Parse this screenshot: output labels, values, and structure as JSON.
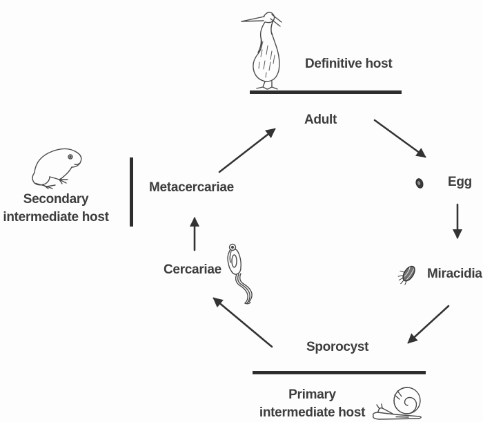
{
  "figure": {
    "type": "life-cycle-diagram",
    "background_color": "#fdfdfd",
    "ink_color": "#3d3d3d",
    "bar_color": "#2d2d2d",
    "arrow_color": "#333333",
    "hosts": {
      "definitive": {
        "label": "Definitive host",
        "icon": "heron-icon"
      },
      "secondary": {
        "line1": "Secondary",
        "line2": "intermediate host",
        "icon": "frog-icon"
      },
      "primary": {
        "line1": "Primary",
        "line2": "intermediate host",
        "icon": "snail-icon"
      }
    },
    "stages": {
      "adult": {
        "label": "Adult"
      },
      "egg": {
        "label": "Egg",
        "icon": "egg-icon"
      },
      "miracidia": {
        "label": "Miracidia",
        "icon": "miracidium-icon"
      },
      "sporocyst": {
        "label": "Sporocyst"
      },
      "cercariae": {
        "label": "Cercariae",
        "icon": "cercaria-icon"
      },
      "metacercariae": {
        "label": "Metacercariae"
      }
    },
    "edges": [
      {
        "from": "adult",
        "to": "egg"
      },
      {
        "from": "egg",
        "to": "miracidia"
      },
      {
        "from": "miracidia",
        "to": "sporocyst"
      },
      {
        "from": "sporocyst",
        "to": "cercariae"
      },
      {
        "from": "cercariae",
        "to": "metacercariae"
      },
      {
        "from": "metacercariae",
        "to": "adult"
      }
    ]
  }
}
